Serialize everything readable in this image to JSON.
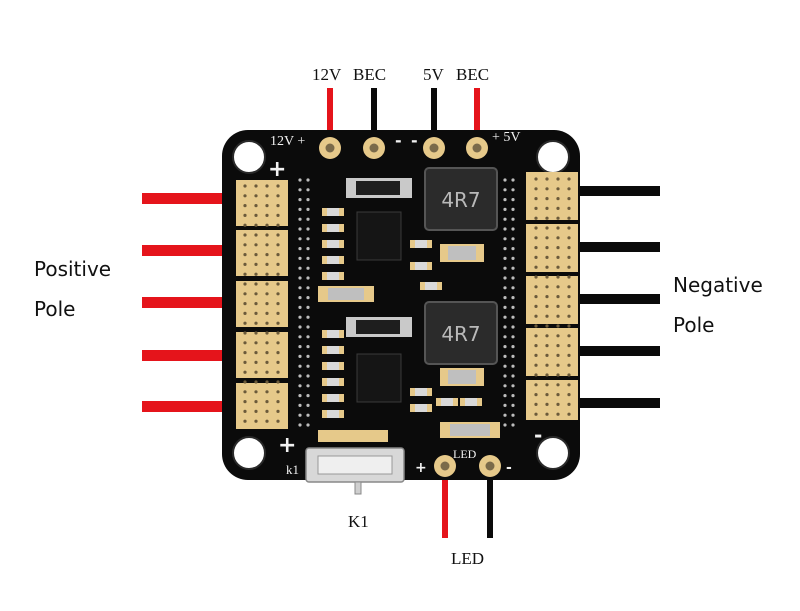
{
  "labels": {
    "top_12v": "12V",
    "top_bec_left": "BEC",
    "top_5v": "5V",
    "top_bec_right": "BEC",
    "positive_line1": "Positive",
    "positive_line2": "Pole",
    "negative_line1": "Negative",
    "negative_line2": "Pole",
    "switch": "K1",
    "led": "LED"
  },
  "silkscreen": {
    "v12_plus": "12V +",
    "minus_left": "-",
    "minus_right": "-",
    "v5_plus": "+ 5V",
    "plus_bottom_left": "+",
    "plus_top_left": "+",
    "minus_right_side": "-",
    "k1": "k1",
    "led_plus": "+",
    "led": "LED",
    "led_minus": "-"
  },
  "components": {
    "inductor_top": "4R7",
    "inductor_bottom": "4R7"
  },
  "colors": {
    "board": "#0b0b0b",
    "pad_gold": "#e6c98a",
    "wire_red": "#e5141b",
    "wire_black": "#0a0a0a",
    "silkscreen": "#f2f2f2"
  }
}
